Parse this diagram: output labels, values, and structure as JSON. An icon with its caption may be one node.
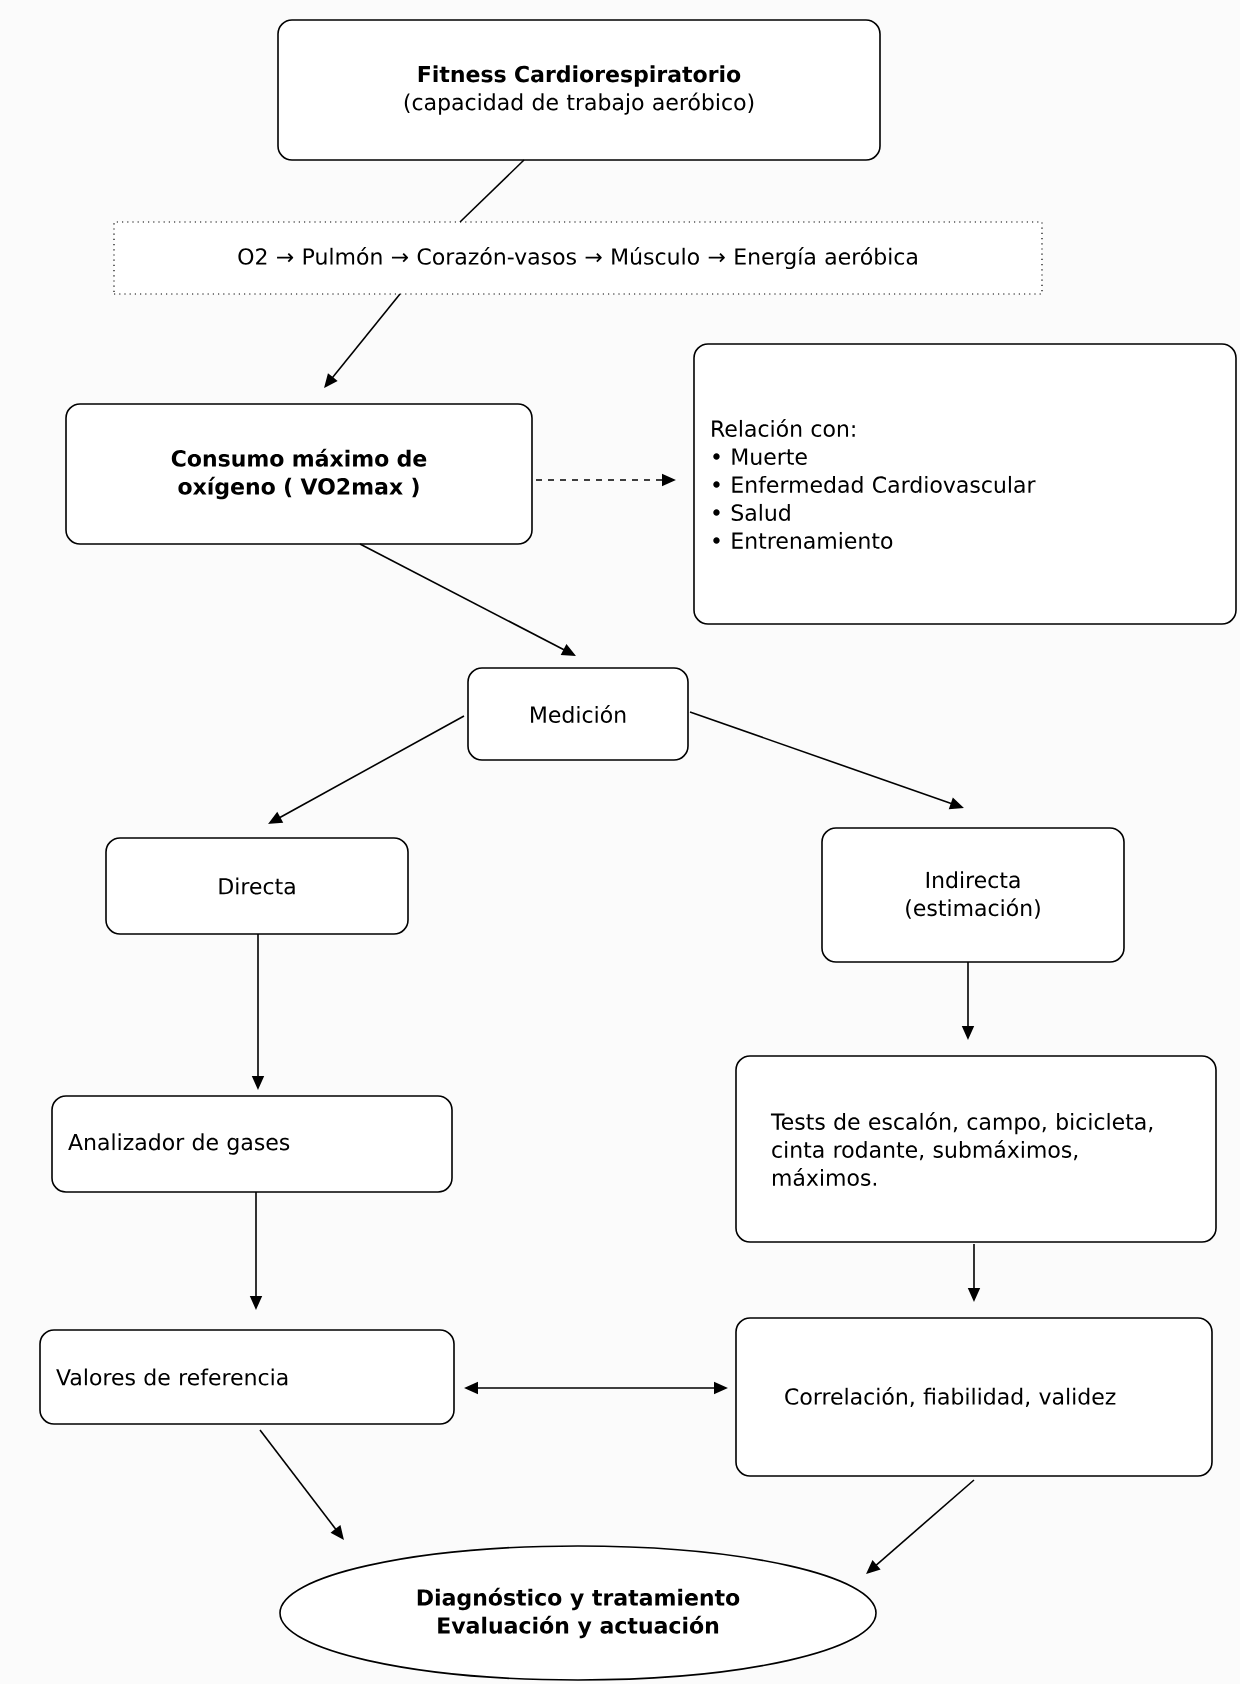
{
  "diagram": {
    "nodes": [
      {
        "text": [
          "Fitness Cardiorespiratorio",
          "(capacidad de trabajo aeróbico)"
        ]
      },
      {
        "text": [
          "O2 → Pulmón → Corazón-vasos → Músculo → Energía aeróbica"
        ]
      },
      {
        "text": [
          "Consumo máximo de oxígeno ( VO2max )"
        ]
      },
      {
        "text": [
          "Relación con:",
          "• Muerte",
          "• Enfermedad Cardiovascular",
          "• Salud",
          "• Entrenamiento"
        ]
      },
      {
        "text": [
          "Medición"
        ]
      },
      {
        "text": [
          "Directa"
        ]
      },
      {
        "text": [
          "Indirecta (estimación)"
        ]
      },
      {
        "text": [
          "Analizador de gases"
        ]
      },
      {
        "text": [
          "Tests de escalón, campo, bicicleta, cinta rodante, submáximos, máximos."
        ]
      },
      {
        "text": [
          "Valores de referencia"
        ]
      },
      {
        "text": [
          "Correlación, fiabilidad, validez"
        ]
      },
      {
        "text": [
          "Diagnóstico y tratamiento",
          "Evaluación y actuación"
        ]
      }
    ],
    "edges": [
      {
        "from": 0,
        "to": 1,
        "arrow": "none"
      },
      {
        "from": 1,
        "to": 2,
        "arrow": "to"
      },
      {
        "from": 2,
        "to": 3,
        "arrow": "to",
        "style": "dashed"
      },
      {
        "from": 2,
        "to": 4,
        "arrow": "to"
      },
      {
        "from": 4,
        "to": 5,
        "arrow": "to"
      },
      {
        "from": 4,
        "to": 6,
        "arrow": "to"
      },
      {
        "from": 5,
        "to": 7,
        "arrow": "to"
      },
      {
        "from": 6,
        "to": 8,
        "arrow": "to"
      },
      {
        "from": 7,
        "to": 9,
        "arrow": "to"
      },
      {
        "from": 8,
        "to": 10,
        "arrow": "to"
      },
      {
        "from": 9,
        "to": 10,
        "arrow": "both"
      },
      {
        "from": 9,
        "to": 11,
        "arrow": "to"
      },
      {
        "from": 10,
        "to": 11,
        "arrow": "to"
      }
    ]
  }
}
